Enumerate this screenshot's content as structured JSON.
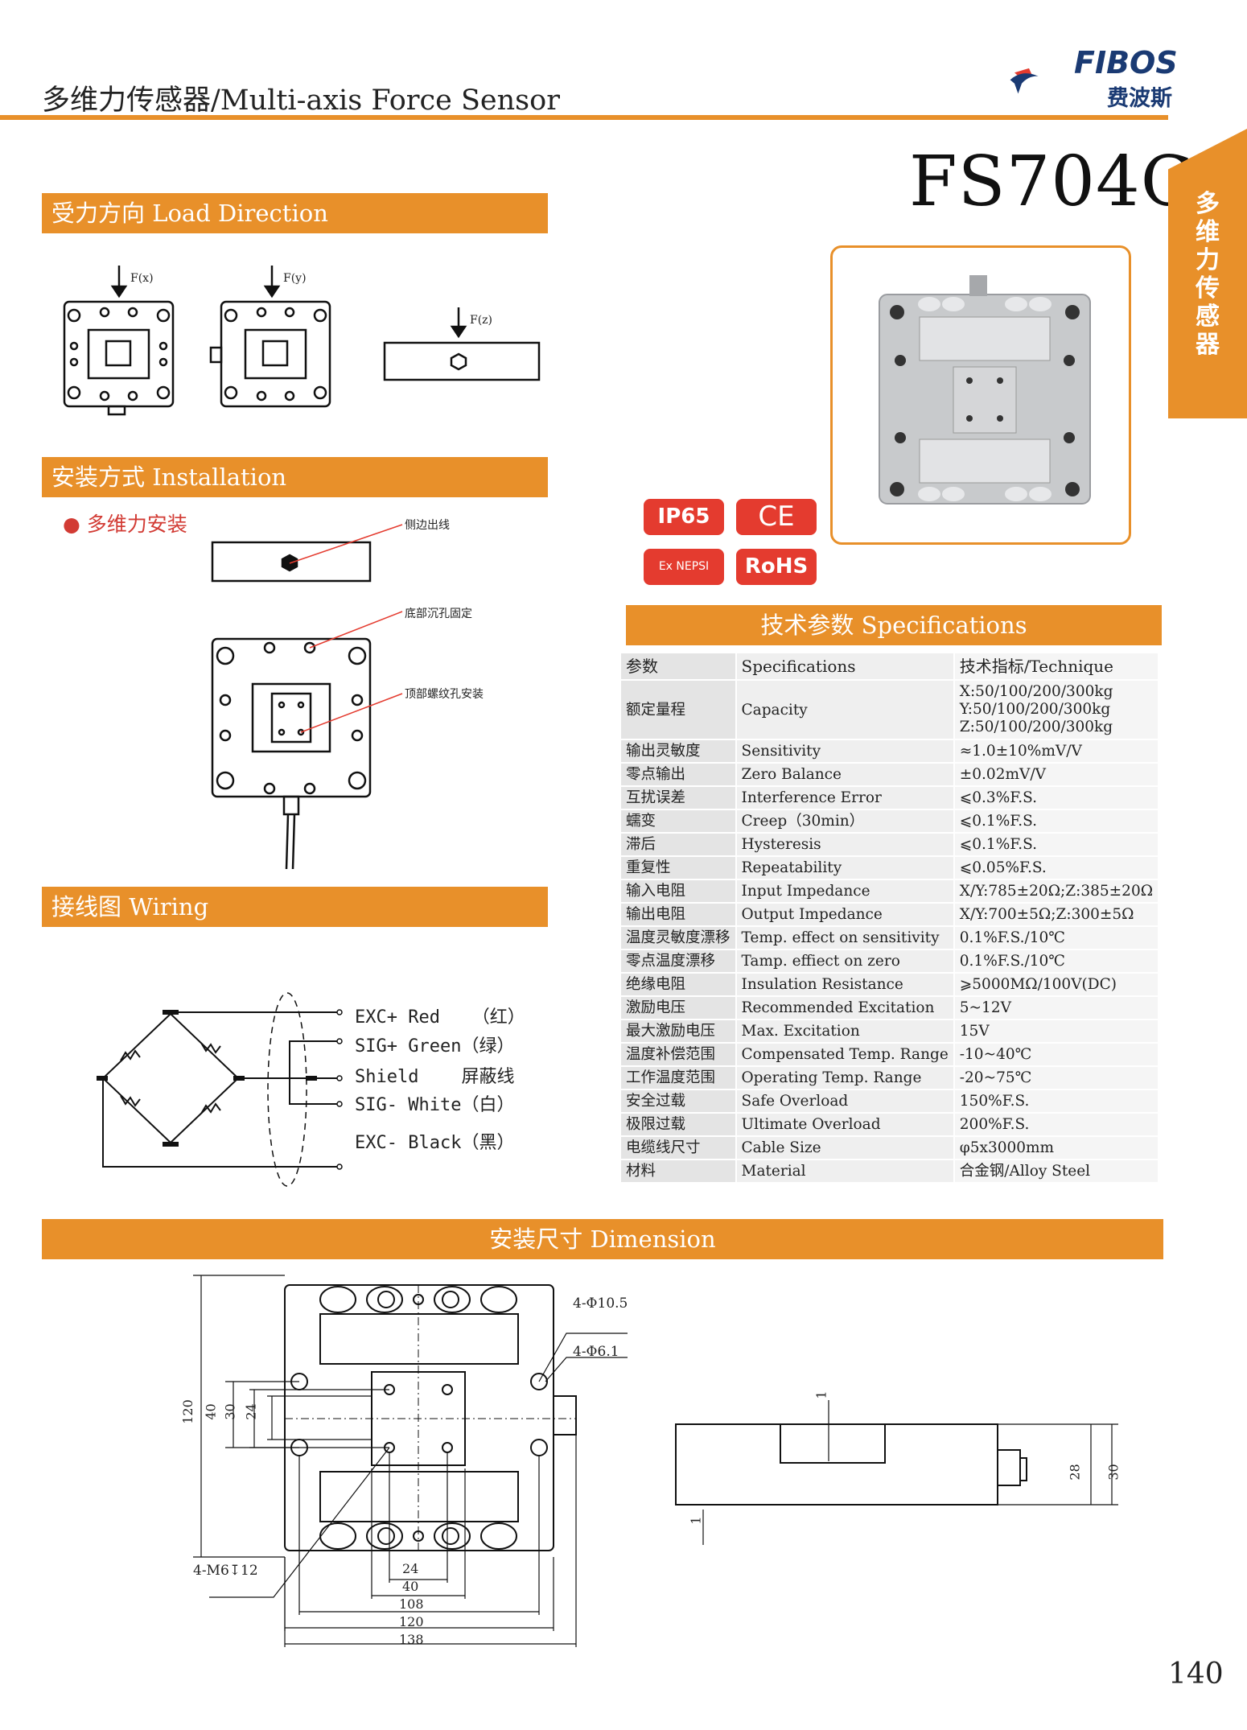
{
  "header": {
    "title": "多维力传感器/Multi-axis Force Sensor",
    "logo_text": "FIBOS",
    "logo_cn": "费波斯"
  },
  "model": "FS704C",
  "side_tab": "多维力传感器",
  "sections": {
    "load_direction": "受力方向 Load Direction",
    "installation": "安装方式 Installation",
    "wiring": "接线图 Wiring",
    "specifications": "技术参数 Specifications",
    "dimension": "安装尺寸 Dimension"
  },
  "load_labels": {
    "fx": "F(x)",
    "fy": "F(y)",
    "fz": "F(z)"
  },
  "installation": {
    "bullet": "● 多维力安装",
    "callout_side": "侧边出线",
    "callout_bottom": "底部沉孔固定",
    "callout_top": "顶部螺纹孔安装"
  },
  "badges": {
    "ip": "IP65",
    "ce": "CE",
    "ex": "Ex NEPSI",
    "rohs": "RoHS"
  },
  "wiring": [
    {
      "label": "EXC+ Red   （红）"
    },
    {
      "label": "SIG+ Green（绿）"
    },
    {
      "label": "Shield    屏蔽线"
    },
    {
      "label": "SIG- White（白）"
    },
    {
      "label": "EXC- Black（黑）"
    }
  ],
  "spec_table": {
    "header": [
      "参数",
      "Specifications",
      "技术指标/Technique"
    ],
    "rows": [
      [
        "额定量程",
        "Capacity",
        "X:50/100/200/300kg\nY:50/100/200/300kg\nZ:50/100/200/300kg"
      ],
      [
        "输出灵敏度",
        "Sensitivity",
        "≈1.0±10%mV/V"
      ],
      [
        "零点输出",
        "Zero Balance",
        "±0.02mV/V"
      ],
      [
        "互扰误差",
        "Interference Error",
        "⩽0.3%F.S."
      ],
      [
        "蠕变",
        "Creep（30min）",
        "⩽0.1%F.S."
      ],
      [
        "滞后",
        "Hysteresis",
        "⩽0.1%F.S."
      ],
      [
        "重复性",
        "Repeatability",
        "⩽0.05%F.S."
      ],
      [
        "输入电阻",
        "Input Impedance",
        "X/Y:785±20Ω;Z:385±20Ω"
      ],
      [
        "输出电阻",
        "Output Impedance",
        "X/Y:700±5Ω;Z:300±5Ω"
      ],
      [
        "温度灵敏度漂移",
        "Temp. effect on sensitivity",
        "0.1%F.S./10℃"
      ],
      [
        "零点温度漂移",
        "Tamp. effiect on zero",
        "0.1%F.S./10℃"
      ],
      [
        "绝缘电阻",
        "Insulation Resistance",
        "⩾5000MΩ/100V(DC)"
      ],
      [
        "激励电压",
        "Recommended Excitation",
        "5~12V"
      ],
      [
        "最大激励电压",
        "Max. Excitation",
        "15V"
      ],
      [
        "温度补偿范围",
        "Compensated Temp. Range",
        "-10~40℃"
      ],
      [
        "工作温度范围",
        "Operating Temp. Range",
        "-20~75℃"
      ],
      [
        "安全过载",
        "Safe Overload",
        "150%F.S."
      ],
      [
        "极限过载",
        "Ultimate Overload",
        "200%F.S."
      ],
      [
        "电缆线尺寸",
        "Cable Size",
        "φ5x3000mm"
      ],
      [
        "材料",
        "Material",
        "合金钢/Alloy Steel"
      ]
    ]
  },
  "dimensions": {
    "holes_large": "4-Φ10.5",
    "holes_small": "4-Φ6.1",
    "thread": "4-M6↧12",
    "v120": "120",
    "v40": "40",
    "v30": "30",
    "v24": "24",
    "h24": "24",
    "h40": "40",
    "h108": "108",
    "h120": "120",
    "h138": "138",
    "side_1a": "1",
    "side_1b": "1",
    "side_28": "28",
    "side_30": "30"
  },
  "page_number": "140"
}
